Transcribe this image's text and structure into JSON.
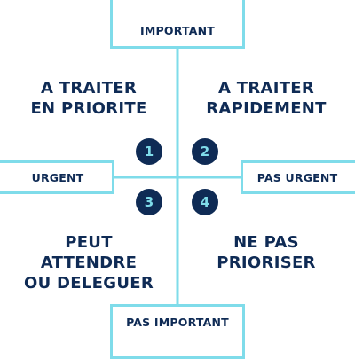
{
  "axes": {
    "top": "IMPORTANT",
    "bottom": "PAS IMPORTANT",
    "left": "URGENT",
    "right": "PAS URGENT"
  },
  "quadrants": [
    {
      "number": "1",
      "lines": [
        "A TRAITER",
        "EN PRIORITE"
      ]
    },
    {
      "number": "2",
      "lines": [
        "A TRAITER",
        "RAPIDEMENT"
      ]
    },
    {
      "number": "3",
      "lines": [
        "PEUT",
        "ATTENDRE",
        "OU DELEGUER"
      ]
    },
    {
      "number": "4",
      "lines": [
        "NE PAS",
        "PRIORISER"
      ]
    }
  ],
  "colors": {
    "navy": "#0f2b55",
    "cyan": "#7fdcea",
    "background": "#ffffff"
  }
}
